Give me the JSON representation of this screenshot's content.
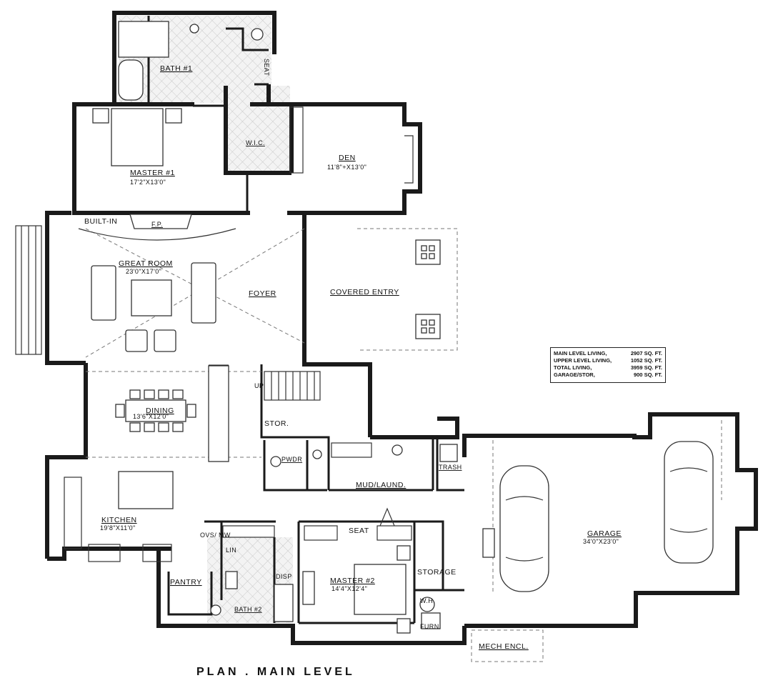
{
  "plan_title": "PLAN . MAIN LEVEL",
  "rooms": {
    "bath1": {
      "name": "BATH #1"
    },
    "seat_upper": {
      "name": "SEAT"
    },
    "master1": {
      "name": "MASTER #1",
      "dims": "17'2\"X13'0\""
    },
    "wic": {
      "name": "W.I.C."
    },
    "den": {
      "name": "DEN",
      "dims": "11'8\"+X13'0\""
    },
    "built_in": {
      "name": "BUILT-IN"
    },
    "fireplace": {
      "name": "F.P."
    },
    "great_room": {
      "name": "GREAT ROOM",
      "dims": "23'0\"X17'0\""
    },
    "foyer": {
      "name": "FOYER"
    },
    "covered_entry": {
      "name": "COVERED ENTRY"
    },
    "up": {
      "name": "UP"
    },
    "stor": {
      "name": "STOR."
    },
    "dining": {
      "name": "DINING",
      "dims": "13'6\"X12'0\""
    },
    "pwdr": {
      "name": "PWDR"
    },
    "mud_laund": {
      "name": "MUD/LAUND."
    },
    "trash": {
      "name": "TRASH"
    },
    "kitchen": {
      "name": "KITCHEN",
      "dims": "19'8\"X11'0\""
    },
    "ovs_mw": {
      "name": "OVS/\nMW"
    },
    "lin": {
      "name": "LIN"
    },
    "seat_lower": {
      "name": "SEAT"
    },
    "storage": {
      "name": "STORAGE"
    },
    "garage": {
      "name": "GARAGE",
      "dims": "34'0\"X23'0\""
    },
    "pantry": {
      "name": "PANTRY"
    },
    "disp": {
      "name": "DISP"
    },
    "master2": {
      "name": "MASTER #2",
      "dims": "14'4\"X12'4\""
    },
    "bath2": {
      "name": "BATH #2"
    },
    "wh": {
      "name": "W.H."
    },
    "furn": {
      "name": "FURN."
    },
    "mech_encl": {
      "name": "MECH ENCL."
    }
  },
  "area_table": [
    {
      "label": "MAIN LEVEL LIVING,",
      "value": "2907 SQ. FT."
    },
    {
      "label": "UPPER LEVEL LIVING,",
      "value": "1052 SQ. FT."
    },
    {
      "label": "TOTAL LIVING,",
      "value": "3959 SQ. FT."
    },
    {
      "label": "GARAGE/STOR,",
      "value": "900 SQ. FT."
    }
  ]
}
